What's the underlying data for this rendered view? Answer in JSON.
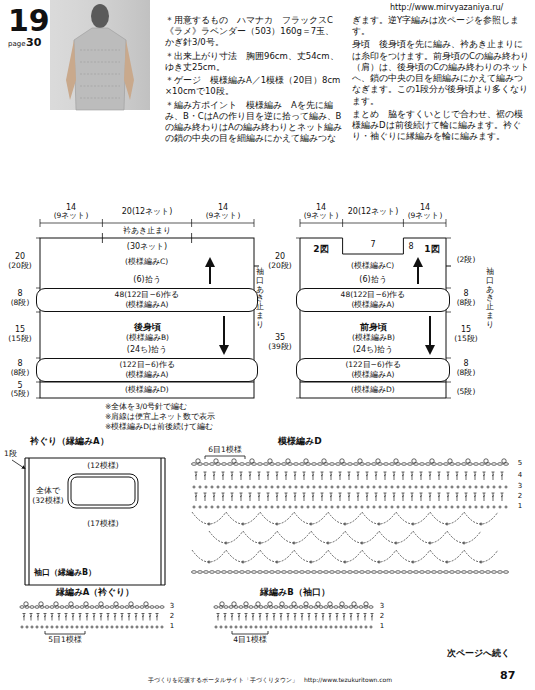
{
  "diagram": {
    "nodes": [
      {
        "text": [
          "(模様編みC)"
        ]
      },
      {
        "text": [
          "48(122目−6)作る",
          "(模様編みA)"
        ]
      },
      {
        "text": [
          "後身頃",
          "(模様編みB)"
        ]
      },
      {
        "text": [
          "(122目−6)作る",
          "(模様編みA)"
        ]
      },
      {
        "text": [
          "(模様編みD)"
        ]
      },
      {
        "text": [
          "(模様編みC)"
        ]
      },
      {
        "text": [
          "48(122目−6)作る",
          "(模様編みA)"
        ]
      },
      {
        "text": [
          "前身頃",
          "(模様編みB)"
        ]
      },
      {
        "text": [
          "(122目−6)作る",
          "(模様編みA)"
        ]
      },
      {
        "text": [
          "(模様編みD)"
        ]
      }
    ],
    "labels": [
      "http://www.mirvyazaniya.ru/",
      "19",
      "page",
      "30",
      "＊用意するもの　ハマナカ　フラックスC《ラメ》ラベンダー（503）160g＝7玉、かぎ針3/0号。",
      "＊出来上がり寸法　胸囲96cm、丈54cm、ゆき丈25cm。",
      "＊ゲージ　模様編みA／1模様（20目）8cm×10cmで10段。",
      "＊編み方ポイント　模様編み　Aを先に編み、B・CはAの作り目を逆に拾って編み、Bの編み終わりはAの編み終わりとネット編みの鎖の中央の目を細編みにかえて編みつなぎます。逆Y字編みは次ページを参照します。",
      "身頃　後身頃を先に編み、衿あき止まりには糸印をつけます。前身頃のCの編み終わり（肩）は、後身頃のCの編み終わりのネットへ、鎖の中央の目を細編みにかえて編みつなぎます。この1段分が後身頃より多くなります。",
      "まとめ　脇をすくいとじで合わせ、裾の模様編みDは前後続けて輪に編みます。衿ぐり・袖ぐりに縁編みを輪に編みます。",
      "14",
      "(9ネット)",
      "20(12ネット)",
      "14",
      "(9ネット)",
      "衿あき止まり",
      "(30ネット)",
      "20",
      "(20段)",
      "(6)拾う",
      "8",
      "(8段)",
      "15",
      "(15段)",
      "(24ち)拾う",
      "8",
      "(8段)",
      "5",
      "(5段)",
      "袖口あき止まり",
      "14",
      "(9ネット)",
      "20(12ネット)",
      "14",
      "(9ネット)",
      "7",
      "8",
      "2図",
      "1図",
      "20",
      "(20段)",
      "(2段)",
      "(6)拾う",
      "8",
      "(8段)",
      "15",
      "(15段)",
      "(24ち)拾う",
      "8",
      "(8段)",
      "(5段)",
      "35",
      "(39段)",
      "袖口あき止まり",
      "※全体を3/0号針で編む",
      "※肩線は便宜上ネット数で表示",
      "※模様編みDは前後続けて編む",
      "衿ぐり（縁編みA）",
      "1段",
      "(12模様)",
      "全体で",
      "(32模様)",
      "(17模様)",
      "袖口（縁編みB）",
      "模様編みD",
      "6目1模様",
      "5",
      "4",
      "3",
      "2",
      "1",
      "縁編みA（衿ぐり）",
      "3",
      "2",
      "1",
      "5目1模様",
      "縁編みB（袖口）",
      "3",
      "2",
      "1",
      "4目1模様",
      "次ページへ続く",
      "手づくりを応援するポータルサイト「手づくりタウン」　http://www.tezukuritown.com",
      "87"
    ]
  }
}
